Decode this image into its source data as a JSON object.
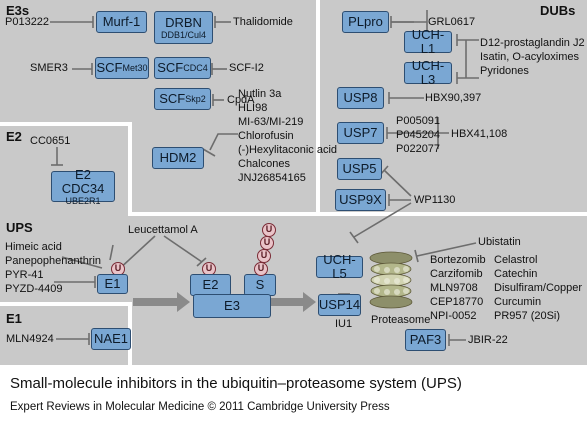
{
  "colors": {
    "box_fill": "#7aa7d3",
    "panel_bg": "#c9c9c9",
    "ubiquitin_fill": "#e9c3c8"
  },
  "sections": {
    "e3s": "E3s",
    "e2": "E2",
    "ups": "UPS",
    "e1": "E1",
    "dubs": "DUBs"
  },
  "e3s": {
    "murf1": "Murf-1",
    "murf1_inhib": "P013222",
    "drbn": "DRBN",
    "drbn_sub": "DDB1/Cul4",
    "drbn_inhib": "Thalidomide",
    "scf_met30": "SCF",
    "scf_met30_sup": "Met30",
    "scf_met30_inhib": "SMER3",
    "scf_cdc4": "SCF",
    "scf_cdc4_sup": "CDC4",
    "scf_cdc4_inhib": "SCF-I2",
    "scf_skp2": "SCF",
    "scf_skp2_sup": "Skp2",
    "scf_skp2_inhib": "CpdA",
    "hdm2": "HDM2",
    "hdm2_inhibitors": [
      "Nutlin 3a",
      "HLI98",
      "MI-63/MI-219",
      "Chlorofusin",
      "(-)Hexylitaconic acid",
      "Chalcones",
      "JNJ26854165"
    ]
  },
  "e2": {
    "inhib": "CC0651",
    "box": "E2 CDC34",
    "box_sub": "UBE2R1"
  },
  "ups": {
    "e1_inhibitors": [
      "Himeic acid",
      "Panepophenanthrin",
      "PYR-41",
      "PYZD-4409"
    ],
    "leucettamol": "Leucettamol A",
    "e1": "E1",
    "e2": "E2",
    "s": "S",
    "e3": "E3",
    "ub": "U",
    "uchl5": "UCH-L5",
    "ubistatin": "Ubistatin",
    "usp14": "USP14",
    "iu1": "IU1",
    "proteasome": "Proteasome",
    "proteasome_inhib_col1": [
      "Bortezomib",
      "Carzifomib",
      "MLN9708",
      "CEP18770",
      "NPI-0052"
    ],
    "proteasome_inhib_col2": [
      "Celastrol",
      "Catechin",
      "Disulfiram/Copper",
      "Curcumin",
      "PR957 (20Si)"
    ],
    "paf3": "PAF3",
    "paf3_inhib": "JBIR-22"
  },
  "e1": {
    "inhib": "MLN4924",
    "box": "NAE1"
  },
  "dubs": {
    "plpro": "PLpro",
    "plpro_inhib": "GRL0617",
    "uchl1": "UCH-L1",
    "uchl3": "UCH-L3",
    "uch_inhibitors": [
      "D12-prostaglandin J2",
      "Isatin, O-acyloximes",
      "Pyridones"
    ],
    "usp8": "USP8",
    "usp8_inhib": "HBX90,397",
    "usp7": "USP7",
    "usp7_inhib_col1": [
      "P005091",
      "P045204",
      "P022077"
    ],
    "usp7_inhib_col2": "HBX41,108",
    "usp5": "USP5",
    "usp9x": "USP9X",
    "wp1130": "WP1130"
  },
  "caption": {
    "title": "Small-molecule inhibitors in the ubiquitin–proteasome system (UPS)",
    "credit": "Expert Reviews in Molecular Medicine © 2011 Cambridge University Press"
  }
}
